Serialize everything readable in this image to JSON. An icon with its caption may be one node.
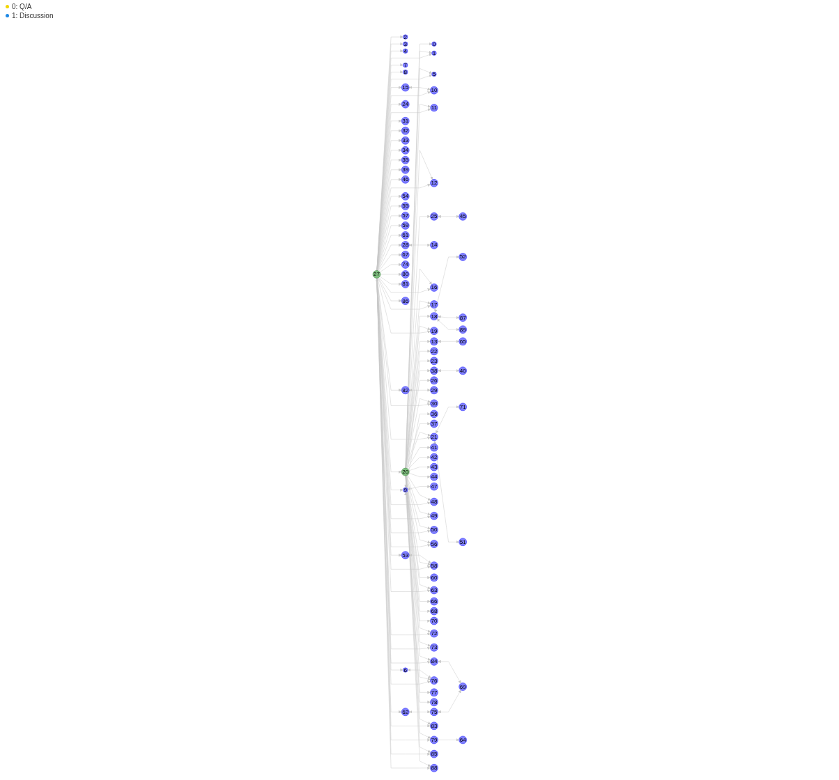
{
  "diagram": {
    "nodes": [
      {
        "text": [
          "0"
        ]
      },
      {
        "text": [
          "1"
        ]
      },
      {
        "text": [
          "2"
        ]
      },
      {
        "text": [
          "3"
        ]
      },
      {
        "text": [
          "4"
        ]
      },
      {
        "text": [
          "5"
        ]
      },
      {
        "text": [
          "6"
        ]
      },
      {
        "text": [
          "7"
        ]
      },
      {
        "text": [
          "8"
        ]
      },
      {
        "text": [
          "9"
        ]
      },
      {
        "text": [
          "10"
        ]
      },
      {
        "text": [
          "11"
        ]
      },
      {
        "text": [
          "12"
        ]
      },
      {
        "text": [
          "13"
        ]
      },
      {
        "text": [
          "14"
        ]
      },
      {
        "text": [
          "15"
        ]
      },
      {
        "text": [
          "16"
        ]
      },
      {
        "text": [
          "17"
        ]
      },
      {
        "text": [
          "18"
        ]
      },
      {
        "text": [
          "19"
        ]
      },
      {
        "text": [
          "20"
        ]
      },
      {
        "text": [
          "21"
        ]
      },
      {
        "text": [
          "22"
        ]
      },
      {
        "text": [
          "23"
        ]
      },
      {
        "text": [
          "24"
        ]
      },
      {
        "text": [
          "25"
        ]
      },
      {
        "text": [
          "26"
        ]
      },
      {
        "text": [
          "27"
        ]
      },
      {
        "text": [
          "28"
        ]
      },
      {
        "text": [
          "29"
        ]
      },
      {
        "text": [
          "30"
        ]
      },
      {
        "text": [
          "31"
        ]
      },
      {
        "text": [
          "32"
        ]
      },
      {
        "text": [
          "33"
        ]
      },
      {
        "text": [
          "34"
        ]
      },
      {
        "text": [
          "35"
        ]
      },
      {
        "text": [
          "36"
        ]
      },
      {
        "text": [
          "37"
        ]
      },
      {
        "text": [
          "38"
        ]
      },
      {
        "text": [
          "39"
        ]
      },
      {
        "text": [
          "40"
        ]
      },
      {
        "text": [
          "41"
        ]
      },
      {
        "text": [
          "42"
        ]
      },
      {
        "text": [
          "43"
        ]
      },
      {
        "text": [
          "44"
        ]
      },
      {
        "text": [
          "45"
        ]
      },
      {
        "text": [
          "46"
        ]
      },
      {
        "text": [
          "47"
        ]
      },
      {
        "text": [
          "48"
        ]
      },
      {
        "text": [
          "49"
        ]
      },
      {
        "text": [
          "50"
        ]
      },
      {
        "text": [
          "51"
        ]
      },
      {
        "text": [
          "52"
        ]
      },
      {
        "text": [
          "53"
        ]
      },
      {
        "text": [
          "54"
        ]
      },
      {
        "text": [
          "55"
        ]
      },
      {
        "text": [
          "56"
        ]
      },
      {
        "text": [
          "57"
        ]
      },
      {
        "text": [
          "58"
        ]
      },
      {
        "text": [
          "59"
        ]
      },
      {
        "text": [
          "60"
        ]
      },
      {
        "text": [
          "61"
        ]
      },
      {
        "text": [
          "62"
        ]
      },
      {
        "text": [
          "63"
        ]
      },
      {
        "text": [
          "64"
        ]
      },
      {
        "text": [
          "65"
        ]
      },
      {
        "text": [
          "66"
        ]
      },
      {
        "text": [
          "67"
        ]
      },
      {
        "text": [
          "68"
        ]
      },
      {
        "text": [
          "69"
        ]
      },
      {
        "text": [
          "70"
        ]
      },
      {
        "text": [
          "71"
        ]
      },
      {
        "text": [
          "72"
        ]
      },
      {
        "text": [
          "73"
        ]
      },
      {
        "text": [
          "74"
        ]
      },
      {
        "text": [
          "75"
        ]
      },
      {
        "text": [
          "76"
        ]
      },
      {
        "text": [
          "77"
        ]
      },
      {
        "text": [
          "78"
        ]
      },
      {
        "text": [
          "79"
        ]
      },
      {
        "text": [
          "80"
        ]
      },
      {
        "text": [
          "81"
        ]
      },
      {
        "text": [
          "82"
        ]
      },
      {
        "text": [
          "83"
        ]
      },
      {
        "text": [
          "84"
        ]
      },
      {
        "text": [
          "85"
        ]
      },
      {
        "text": [
          "86"
        ]
      },
      {
        "text": [
          "87"
        ]
      },
      {
        "text": [
          "88"
        ]
      },
      {
        "text": [
          "89"
        ]
      }
    ],
    "edges": [
      {
        "from": 27,
        "to": 20,
        "arrow": "both"
      },
      {
        "from": 27,
        "to": 2,
        "arrow": "to"
      },
      {
        "from": 27,
        "to": 53,
        "arrow": "to"
      },
      {
        "from": 27,
        "to": 10,
        "arrow": "to"
      },
      {
        "from": 27,
        "to": 28,
        "arrow": "to"
      },
      {
        "from": 27,
        "to": 61,
        "arrow": "to"
      },
      {
        "from": 27,
        "to": 57,
        "arrow": "to"
      },
      {
        "from": 27,
        "to": 7,
        "arrow": "to"
      },
      {
        "from": 27,
        "to": 31,
        "arrow": "to"
      },
      {
        "from": 27,
        "to": 80,
        "arrow": "to"
      },
      {
        "from": 27,
        "to": 83,
        "arrow": "to"
      },
      {
        "from": 27,
        "to": 34,
        "arrow": "to"
      },
      {
        "from": 27,
        "to": 88,
        "arrow": "to"
      },
      {
        "from": 27,
        "to": 15,
        "arrow": "to"
      },
      {
        "from": 27,
        "to": 46,
        "arrow": "to"
      },
      {
        "from": 27,
        "to": 74,
        "arrow": "to"
      },
      {
        "from": 27,
        "to": 24,
        "arrow": "to"
      },
      {
        "from": 27,
        "to": 85,
        "arrow": "to"
      },
      {
        "from": 27,
        "to": 67,
        "arrow": "to"
      },
      {
        "from": 27,
        "to": 59,
        "arrow": "to"
      },
      {
        "from": 27,
        "to": 33,
        "arrow": "to"
      },
      {
        "from": 27,
        "to": 48,
        "arrow": "to"
      },
      {
        "from": 27,
        "to": 3,
        "arrow": "to"
      },
      {
        "from": 27,
        "to": 63,
        "arrow": "to"
      },
      {
        "from": 27,
        "to": 4,
        "arrow": "to"
      },
      {
        "from": 27,
        "to": 56,
        "arrow": "to"
      },
      {
        "from": 27,
        "to": 16,
        "arrow": "to"
      },
      {
        "from": 27,
        "to": 5,
        "arrow": "to"
      },
      {
        "from": 27,
        "to": 58,
        "arrow": "to"
      },
      {
        "from": 27,
        "to": 6,
        "arrow": "to"
      },
      {
        "from": 27,
        "to": 11,
        "arrow": "to"
      },
      {
        "from": 27,
        "to": 55,
        "arrow": "to"
      },
      {
        "from": 27,
        "to": 50,
        "arrow": "to"
      },
      {
        "from": 27,
        "to": 86,
        "arrow": "to"
      },
      {
        "from": 27,
        "to": 76,
        "arrow": "to"
      },
      {
        "from": 27,
        "to": 8,
        "arrow": "to"
      },
      {
        "from": 27,
        "to": 62,
        "arrow": "to"
      },
      {
        "from": 27,
        "to": 32,
        "arrow": "to"
      },
      {
        "from": 27,
        "to": 54,
        "arrow": "to"
      },
      {
        "from": 27,
        "to": 35,
        "arrow": "to"
      },
      {
        "from": 27,
        "to": 39,
        "arrow": "to"
      },
      {
        "from": 27,
        "to": 19,
        "arrow": "to"
      },
      {
        "from": 27,
        "to": 84,
        "arrow": "to"
      },
      {
        "from": 27,
        "to": 49,
        "arrow": "to"
      },
      {
        "from": 27,
        "to": 21,
        "arrow": "to"
      },
      {
        "from": 27,
        "to": 81,
        "arrow": "to"
      },
      {
        "from": 27,
        "to": 79,
        "arrow": "to"
      },
      {
        "from": 27,
        "to": 72,
        "arrow": "to"
      },
      {
        "from": 27,
        "to": 82,
        "arrow": "to"
      },
      {
        "from": 27,
        "to": 30,
        "arrow": "to"
      },
      {
        "from": 27,
        "to": 12,
        "arrow": "to"
      },
      {
        "from": 27,
        "to": 17,
        "arrow": "to"
      },
      {
        "from": 27,
        "to": 1,
        "arrow": "to"
      },
      {
        "from": 27,
        "to": 73,
        "arrow": "to"
      },
      {
        "from": 27,
        "to": 9,
        "arrow": "to"
      },
      {
        "from": 20,
        "to": 25,
        "arrow": "to"
      },
      {
        "from": 20,
        "to": 44,
        "arrow": "to"
      },
      {
        "from": 20,
        "to": 60,
        "arrow": "to"
      },
      {
        "from": 20,
        "to": 18,
        "arrow": "to"
      },
      {
        "from": 20,
        "to": 68,
        "arrow": "to"
      },
      {
        "from": 20,
        "to": 26,
        "arrow": "to"
      },
      {
        "from": 20,
        "to": 22,
        "arrow": "to"
      },
      {
        "from": 20,
        "to": 41,
        "arrow": "to"
      },
      {
        "from": 20,
        "to": 66,
        "arrow": "to"
      },
      {
        "from": 20,
        "to": 42,
        "arrow": "to"
      },
      {
        "from": 20,
        "to": 13,
        "arrow": "to"
      },
      {
        "from": 20,
        "to": 70,
        "arrow": "to"
      },
      {
        "from": 20,
        "to": 78,
        "arrow": "to"
      },
      {
        "from": 20,
        "to": 43,
        "arrow": "to"
      },
      {
        "from": 20,
        "to": 0,
        "arrow": "to"
      },
      {
        "from": 20,
        "to": 37,
        "arrow": "to"
      },
      {
        "from": 20,
        "to": 1,
        "arrow": "to"
      },
      {
        "from": 20,
        "to": 12,
        "arrow": "to"
      },
      {
        "from": 20,
        "to": 30,
        "arrow": "to"
      },
      {
        "from": 20,
        "to": 72,
        "arrow": "to"
      },
      {
        "from": 20,
        "to": 17,
        "arrow": "to"
      },
      {
        "from": 20,
        "to": 73,
        "arrow": "to"
      },
      {
        "from": 20,
        "to": 19,
        "arrow": "to"
      },
      {
        "from": 20,
        "to": 84,
        "arrow": "to"
      },
      {
        "from": 20,
        "to": 21,
        "arrow": "to"
      },
      {
        "from": 20,
        "to": 49,
        "arrow": "to"
      },
      {
        "from": 20,
        "to": 79,
        "arrow": "to"
      },
      {
        "from": 20,
        "to": 50,
        "arrow": "to"
      },
      {
        "from": 20,
        "to": 76,
        "arrow": "to"
      },
      {
        "from": 20,
        "to": 5,
        "arrow": "to"
      },
      {
        "from": 20,
        "to": 58,
        "arrow": "to"
      },
      {
        "from": 20,
        "to": 11,
        "arrow": "to"
      },
      {
        "from": 20,
        "to": 38,
        "arrow": "to"
      },
      {
        "from": 20,
        "to": 16,
        "arrow": "to"
      },
      {
        "from": 20,
        "to": 56,
        "arrow": "to"
      },
      {
        "from": 20,
        "to": 63,
        "arrow": "to"
      },
      {
        "from": 20,
        "to": 48,
        "arrow": "to"
      },
      {
        "from": 20,
        "to": 85,
        "arrow": "to"
      },
      {
        "from": 20,
        "to": 88,
        "arrow": "to"
      },
      {
        "from": 20,
        "to": 83,
        "arrow": "to"
      },
      {
        "from": 9,
        "to": 47,
        "arrow": "both"
      },
      {
        "from": 9,
        "to": 77,
        "arrow": "both"
      },
      {
        "from": 9,
        "to": 36,
        "arrow": "both"
      },
      {
        "from": 9,
        "to": 23,
        "arrow": "both"
      },
      {
        "from": 28,
        "to": 14,
        "arrow": "both"
      },
      {
        "from": 38,
        "to": 40,
        "arrow": "both"
      },
      {
        "from": 62,
        "to": 75,
        "arrow": "both"
      },
      {
        "from": 75,
        "to": 69,
        "arrow": "both"
      },
      {
        "from": 84,
        "to": 69,
        "arrow": "both"
      },
      {
        "from": 18,
        "to": 52,
        "arrow": "both"
      },
      {
        "from": 25,
        "to": 45,
        "arrow": "both"
      },
      {
        "from": 18,
        "to": 87,
        "arrow": "both"
      },
      {
        "from": 18,
        "to": 89,
        "arrow": "both"
      },
      {
        "from": 21,
        "to": 71,
        "arrow": "both"
      },
      {
        "from": 21,
        "to": 51,
        "arrow": "both"
      },
      {
        "from": 82,
        "to": 29,
        "arrow": "both"
      },
      {
        "from": 13,
        "to": 65,
        "arrow": "both"
      },
      {
        "from": 53,
        "to": 58,
        "arrow": "both"
      },
      {
        "from": 15,
        "to": 10,
        "arrow": "both"
      },
      {
        "from": 6,
        "to": 76,
        "arrow": "both"
      },
      {
        "from": 79,
        "to": 64,
        "arrow": "to"
      }
    ],
    "legend": [
      {
        "text": "0: Q/A",
        "color": "#f2d600"
      },
      {
        "text": "1: Discussion",
        "color": "#1e88e5"
      }
    ]
  }
}
